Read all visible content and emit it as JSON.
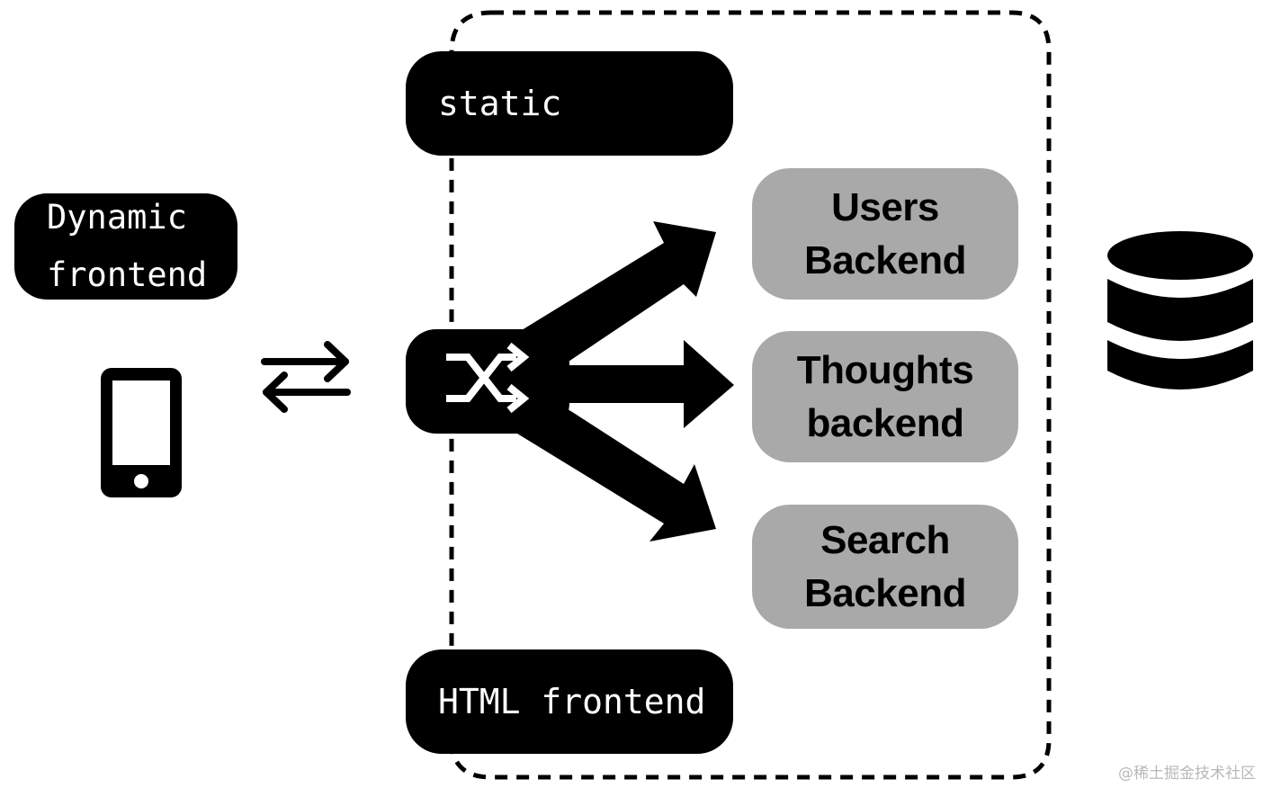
{
  "nodes": {
    "static": {
      "label": "static"
    },
    "html_frontend": {
      "label": "HTML frontend"
    },
    "dynamic_frontend": {
      "line1": "Dynamic",
      "line2": "frontend"
    },
    "users_backend": {
      "line1": "Users",
      "line2": "Backend"
    },
    "thoughts_backend": {
      "line1": "Thoughts",
      "line2": "backend"
    },
    "search_backend": {
      "line1": "Search",
      "line2": "Backend"
    }
  },
  "icons": {
    "router": "shuffle-icon",
    "client": "smartphone-icon",
    "exchange": "bidirectional-arrows-icon",
    "storage": "database-icon"
  },
  "colors": {
    "dark_node": "#000000",
    "backend_node": "#a9a9a9",
    "boundary": "#000000"
  },
  "watermark": "@稀土掘金技术社区"
}
